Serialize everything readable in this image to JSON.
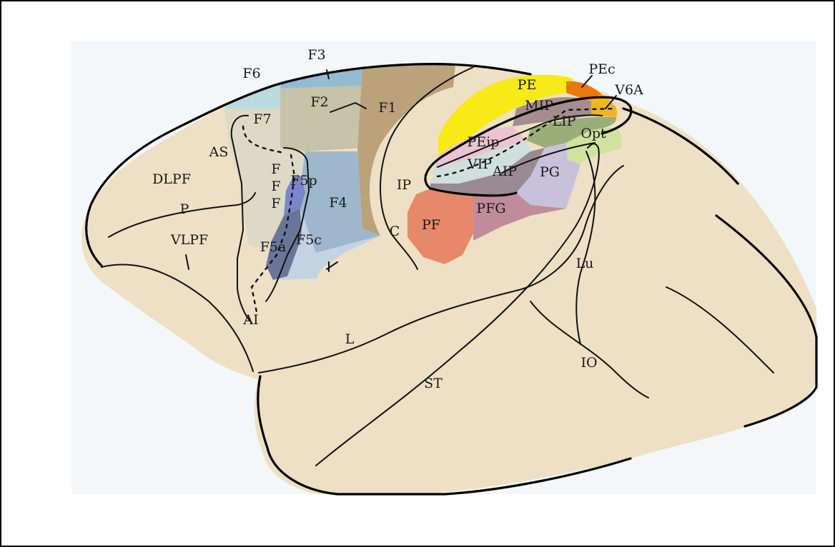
{
  "colors": {
    "cortex": "#ede0c4",
    "background_panel": "#f4f7f9",
    "F1": "#bca27b",
    "F2": "#c7c3a8",
    "F3": "#93bcd3",
    "F4": "#9fb7cc",
    "F5p": "#7a86c8",
    "F5a": "#6a7699",
    "F5c": "#c4d3e2",
    "F6": "#b9dbe0",
    "F7": "#ddd9c6",
    "PE": "#f7ea16",
    "PEc": "#e8790e",
    "V6A": "#f0b622",
    "MIP": "#a68d8d",
    "LIP": "#9aae77",
    "Opt": "#cfe29e",
    "PEip": "#eac4d0",
    "VIP": "#cfe0dc",
    "AIP": "#9b8a93",
    "PG": "#c9c1dc",
    "PF": "#e8886a",
    "PFG": "#c08c9b",
    "stripe": "#f0a9b8"
  },
  "labels": {
    "F1": "F1",
    "F2": "F2",
    "F3": "F3",
    "F4": "F4",
    "F5p": "F5p",
    "F5a": "F5a",
    "F5c": "F5c",
    "F6": "F6",
    "F7": "F7",
    "F_1": "F",
    "F_2": "F",
    "F_3": "F",
    "AS": "AS",
    "DLPF": "DLPF",
    "P": "P",
    "VLPF": "VLPF",
    "AI": "AI",
    "C": "C",
    "IP": "IP",
    "L": "L",
    "ST": "ST",
    "Lu": "Lu",
    "IO": "IO",
    "PE": "PE",
    "PEc": "PEc",
    "V6A": "V6A",
    "MIP": "MIP",
    "LIP": "LIP",
    "Opt": "Opt",
    "PEip": "PEip",
    "VIP": "VIP",
    "AIP": "AIP",
    "PG": "PG",
    "PF": "PF",
    "PFG": "PFG"
  }
}
